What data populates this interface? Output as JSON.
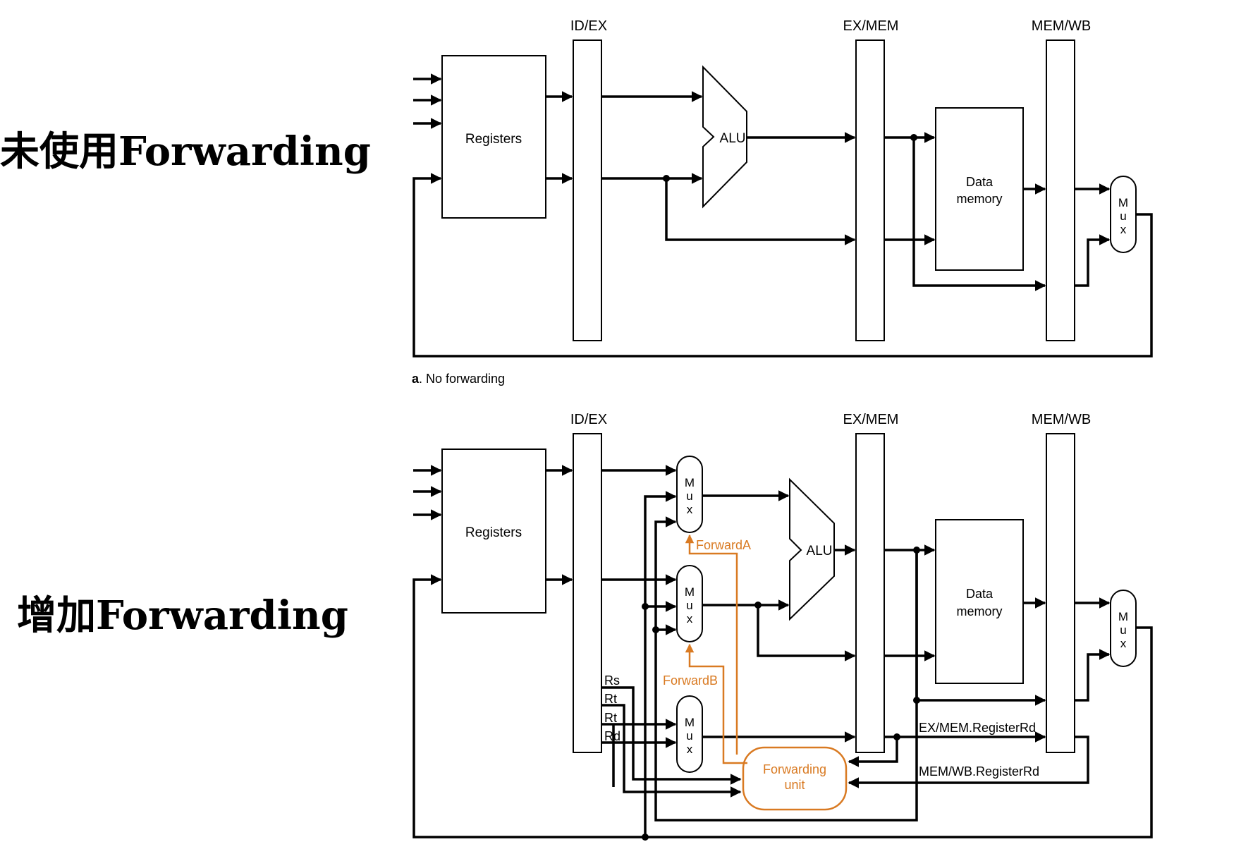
{
  "titles": {
    "top": "未使用Forwarding",
    "bottom": "增加Forwarding"
  },
  "colors": {
    "wire": "#000000",
    "forwarding": "#d97a22"
  },
  "top_diagram": {
    "reg_idex": "ID/EX",
    "reg_exmem": "EX/MEM",
    "reg_memwb": "MEM/WB",
    "registers": "Registers",
    "alu": "ALU",
    "data_memory": [
      "Data",
      "memory"
    ],
    "mux": [
      "M",
      "u",
      "x"
    ],
    "caption_letter": "a",
    "caption_text": ". No forwarding"
  },
  "bottom_diagram": {
    "reg_idex": "ID/EX",
    "reg_exmem": "EX/MEM",
    "reg_memwb": "MEM/WB",
    "registers": "Registers",
    "alu": "ALU",
    "data_memory": [
      "Data",
      "memory"
    ],
    "mux": [
      "M",
      "u",
      "x"
    ],
    "rs": "Rs",
    "rt1": "Rt",
    "rt2": "Rt",
    "rd": "Rd",
    "forward_a": "ForwardA",
    "forward_b": "ForwardB",
    "forwarding_unit": [
      "Forwarding",
      "unit"
    ],
    "exmem_rd": "EX/MEM.RegisterRd",
    "memwb_rd": "MEM/WB.RegisterRd"
  }
}
